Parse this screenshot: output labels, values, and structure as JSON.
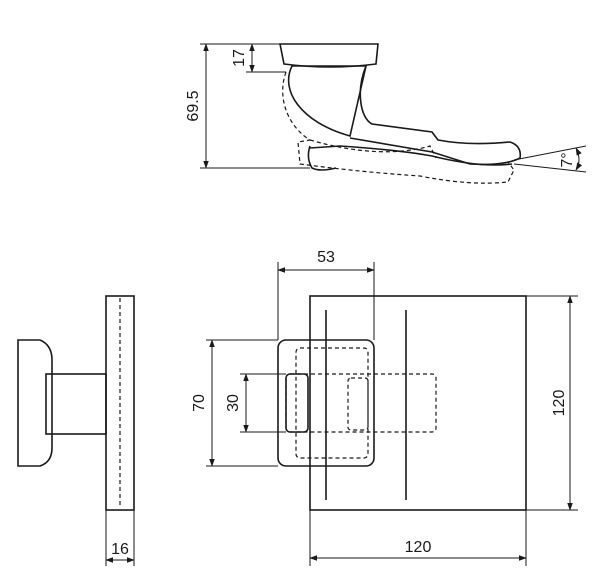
{
  "dimensions": {
    "base_height": "17",
    "total_height": "69.5",
    "tilt_angle": "7°",
    "hook_offset": "53",
    "mount_height": "70",
    "slot_height": "30",
    "plate_height": "120",
    "plate_width": "120",
    "plate_depth": "16"
  }
}
